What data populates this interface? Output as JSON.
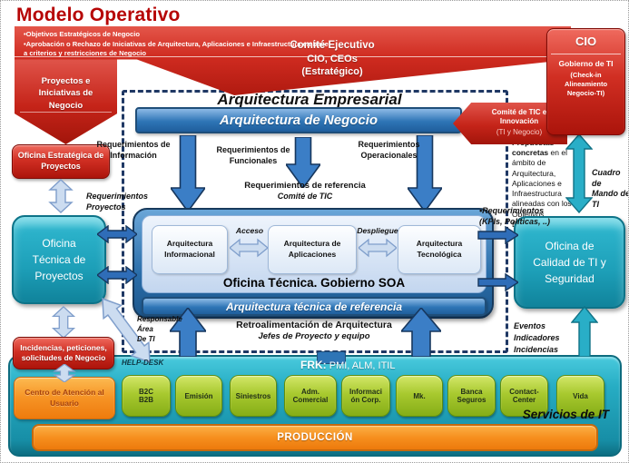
{
  "title": "Modelo Operativo",
  "top_banner": {
    "bullet1": "•Objetivos Estratégicos de Negocio",
    "bullet2": "•Aprobación o Rechazo de Iniciativas de Arquitectura, Aplicaciones e Infraestructura en base a criterios y restricciones de Negocio",
    "committee_line1": "Comité Ejecutivo",
    "committee_line2": "CIO, CEOs",
    "committee_line3": "(Estratégico)"
  },
  "cio": {
    "title": "CIO",
    "subtitle": "Gobierno de TI",
    "note": "(Check-in Alineamiento Negocio-TI)"
  },
  "tic_innovacion": {
    "line1": "Comité de TIC e Innovación",
    "line2": "(TI y Negocio)"
  },
  "left": {
    "proyectos_iniciativas": "Proyectos e\nIniciativas de\nNegocio",
    "oficina_estrategica": "Oficina Estratégica de\nProyectos",
    "requerimientos_proyectos": "Requerimientos\nProyectos",
    "oficina_tecnica": "Oficina\nTécnica de\nProyectos",
    "incidencias": "Incidencias, peticiones,\nsolicitudes de Negocio",
    "responsable": "Responsable\nÁrea\nDe TI",
    "help_desk": "HELP-DESK"
  },
  "empresarial": {
    "title": "Arquitectura Empresarial",
    "negocio_bar": "Arquitectura de Negocio",
    "req_informacion": "Requerimientos de\nInformación",
    "req_funcionales": "Requerimientos de\nFuncionales",
    "req_operacionales": "Requerimientos\nOperacionales",
    "req_referencia": "Requerimientos de referencia",
    "req_referencia_sub": "Comité de TIC",
    "box_informacional": "Arquitectura\nInformacional",
    "box_aplicaciones": "Arquitectura de\nAplicaciones",
    "box_tecnologica": "Arquitectura\nTecnológica",
    "acceso": "Acceso",
    "despliegue": "Despliegue",
    "oficina_soa": "Oficina Técnica. Gobierno SOA",
    "tecnica_bar": "Arquitectura técnica de referencia",
    "retro_line1": "Retroalimentación de Arquitectura",
    "retro_line2": "Jefes de Proyecto y equipo"
  },
  "right": {
    "propuestas_bold": "Propuestas concretas",
    "propuestas_rest": " en el ámbito de Arquitectura, Aplicaciones e Infraestructura alineadas con los Objetivos Estratégicos",
    "cuadro_mando": "Cuadro de\nMando de TI",
    "req_kpis": "•Requerimientos\n(KPIs, Políticas, ..)",
    "oficina_calidad": "Oficina de\nCalidad  de TI y\nSeguridad",
    "eventos": "Eventos\nIndicadores\nIncidencias"
  },
  "services": {
    "frk_bold": "FRK:",
    "frk_rest": " PMI, ALM, ITIL",
    "centro_atencion": "Centro de Atención al\nUsuario",
    "apps": [
      "B2C\nB2B",
      "Emisión",
      "Siniestros",
      "Adm.\nComercial",
      "Informaci\nón Corp.",
      "Mk.",
      "Banca\nSeguros",
      "Contact-\nCenter",
      "Vida"
    ],
    "servicios_it": "Servicios de IT",
    "produccion": "PRODUCCIÓN"
  }
}
